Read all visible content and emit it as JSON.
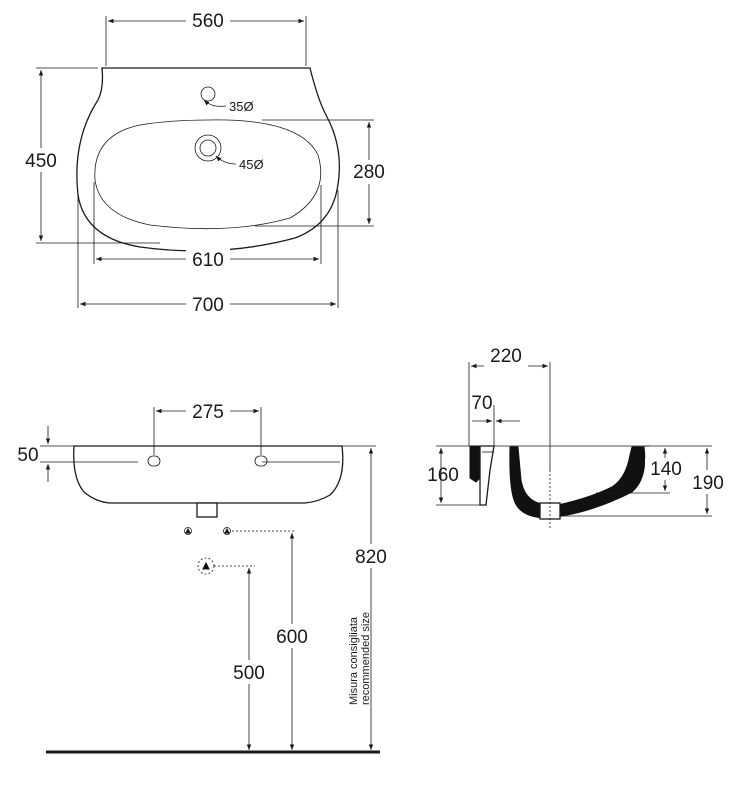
{
  "top_view": {
    "width_top": "560",
    "depth": "450",
    "bowl_depth": "280",
    "bowl_width": "610",
    "overall_width": "700",
    "tap_hole": "35Ø",
    "drain_hole": "45Ø"
  },
  "front_view": {
    "fixing_spacing": "275",
    "rim_offset": "50",
    "height_recommended": "820",
    "supply_height": "600",
    "waste_height": "500",
    "note_it": "Misura consigliata",
    "note_en": "recommended size"
  },
  "side_view": {
    "projection": "220",
    "wall_gap": "70",
    "back_height": "160",
    "bowl_height": "140",
    "overall_height": "190"
  }
}
